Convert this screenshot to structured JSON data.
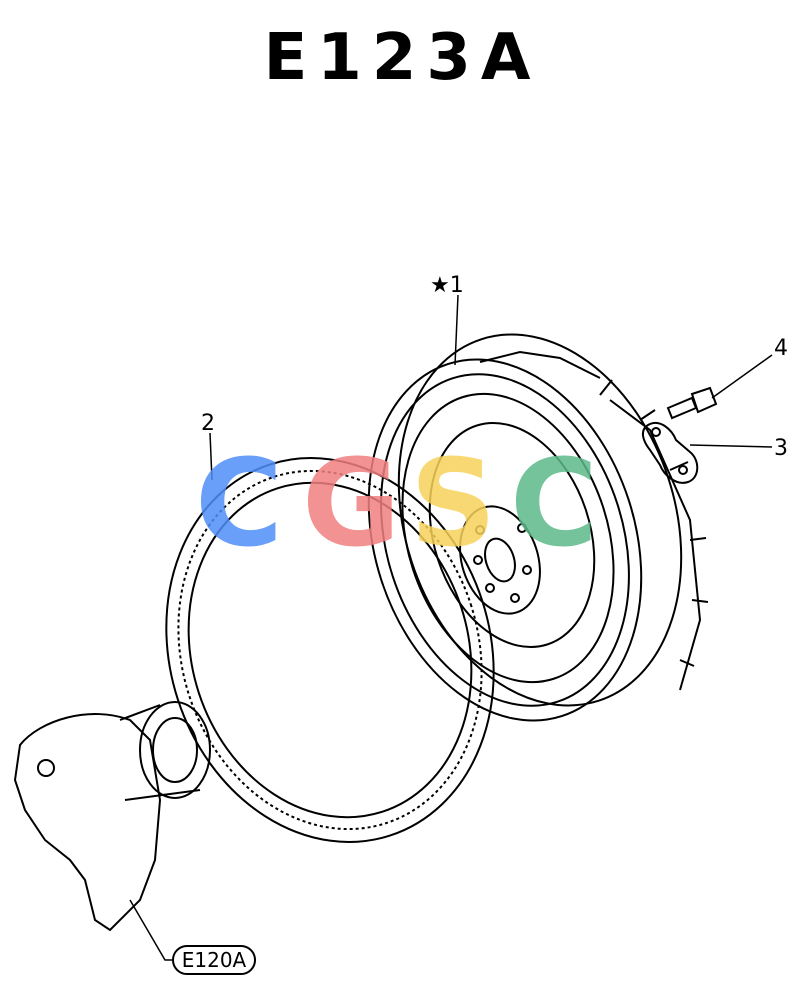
{
  "title": "E123A",
  "callouts": {
    "part1": "★1",
    "part2": "2",
    "part3": "3",
    "part4": "4"
  },
  "reference": "E120A",
  "watermark": {
    "text": "CGSC",
    "colors": [
      "#4f8ff7",
      "#f07f7f",
      "#f7d25a",
      "#5cb98a"
    ]
  }
}
